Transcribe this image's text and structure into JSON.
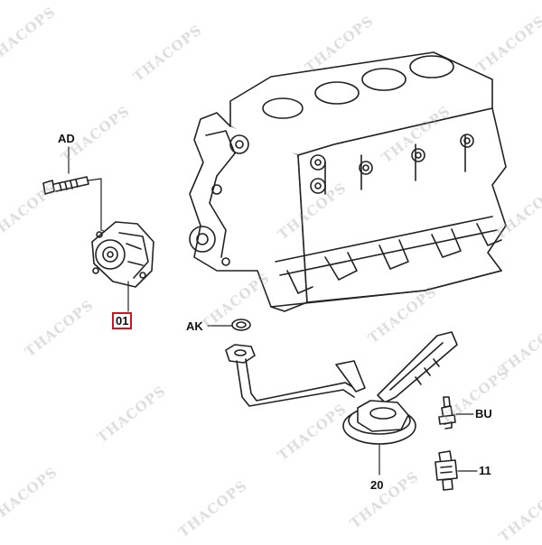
{
  "watermark": {
    "text": "THACOPS",
    "color": "#a0a0a0"
  },
  "callouts": [
    {
      "id": "AD",
      "label": "AD",
      "selected": false
    },
    {
      "id": "01",
      "label": "01",
      "selected": true,
      "highlight_color": "#d0141c"
    },
    {
      "id": "AK",
      "label": "AK",
      "selected": false
    },
    {
      "id": "BU",
      "label": "BU",
      "selected": false
    },
    {
      "id": "20",
      "label": "20",
      "selected": false
    },
    {
      "id": "11",
      "label": "11",
      "selected": false
    }
  ],
  "parts": [
    {
      "name": "engine-block-icon"
    },
    {
      "name": "oil-pump-icon"
    },
    {
      "name": "bolt-icon"
    },
    {
      "name": "gasket-ring-icon"
    },
    {
      "name": "oil-strainer-pipe-icon"
    },
    {
      "name": "oil-pressure-switch-icon"
    },
    {
      "name": "oil-sensor-icon"
    }
  ]
}
